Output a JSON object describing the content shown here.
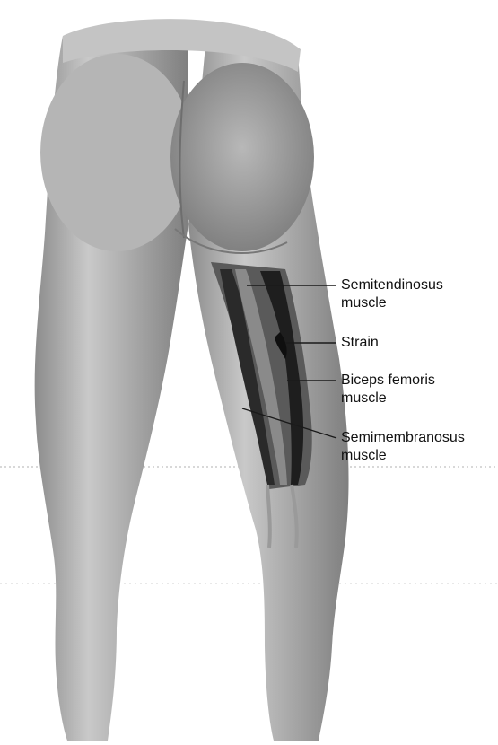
{
  "labels": {
    "semitendinosus": {
      "line1": "Semitendinosus",
      "line2": "muscle"
    },
    "strain": {
      "line1": "Strain"
    },
    "biceps_femoris": {
      "line1": "Biceps femoris",
      "line2": "muscle"
    },
    "semimembranosus": {
      "line1": "Semimembranosus",
      "line2": "muscle"
    }
  }
}
